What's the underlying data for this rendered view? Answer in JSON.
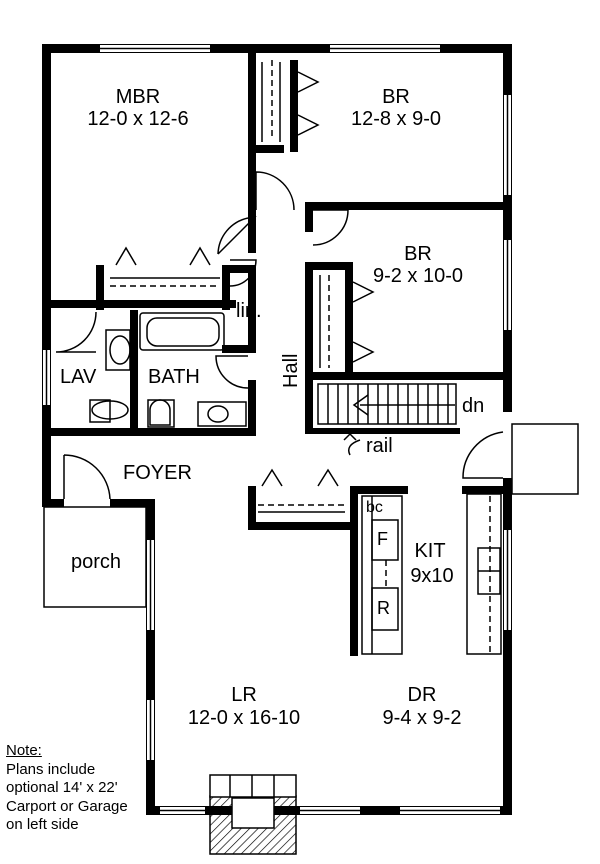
{
  "rooms": {
    "mbr": {
      "name": "MBR",
      "dims": "12-0 x 12-6"
    },
    "br1": {
      "name": "BR",
      "dims": "12-8 x 9-0"
    },
    "br2": {
      "name": "BR",
      "dims": "9-2 x 10-0"
    },
    "lav": {
      "name": "LAV"
    },
    "bath": {
      "name": "BATH"
    },
    "lin": {
      "name": "lin."
    },
    "hall": {
      "name": "Hall"
    },
    "foyer": {
      "name": "FOYER"
    },
    "porch": {
      "name": "porch"
    },
    "kit": {
      "name": "KIT",
      "dims": "9x10"
    },
    "lr": {
      "name": "LR",
      "dims": "12-0 x 16-10"
    },
    "dr": {
      "name": "DR",
      "dims": "9-4 x 9-2"
    }
  },
  "fixtures": {
    "stairs_dn": "dn",
    "rail": "rail",
    "bc": "bc",
    "fridge": "F",
    "range": "R"
  },
  "note": {
    "heading": "Note:",
    "lines": [
      "Plans include",
      "optional 14' x 22'",
      "Carport or Garage",
      "on left side"
    ]
  }
}
